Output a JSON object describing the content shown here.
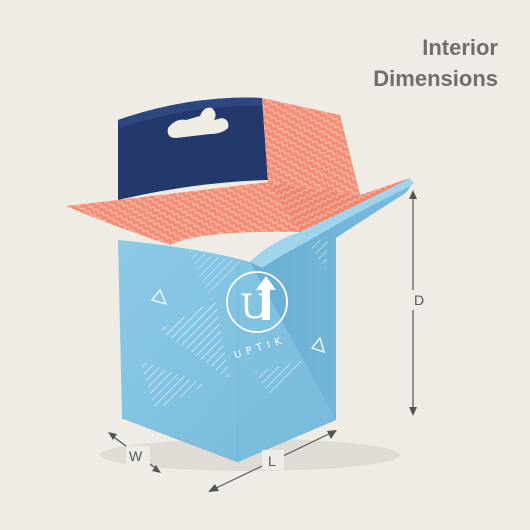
{
  "heading": {
    "line1": "Interior",
    "line2": "Dimensions"
  },
  "dimensions": {
    "depth": "D",
    "length": "L",
    "width": "W"
  },
  "brand": {
    "name": "UPTIK",
    "logo_letter": "U",
    "logo_icon": "up-arrow-icon"
  },
  "colors": {
    "background": "#efece6",
    "box_blue": "#7fc1e0",
    "hanger_navy": "#24396b",
    "interior_coral": "#f3907a",
    "text_gray": "#6f6e6b"
  }
}
